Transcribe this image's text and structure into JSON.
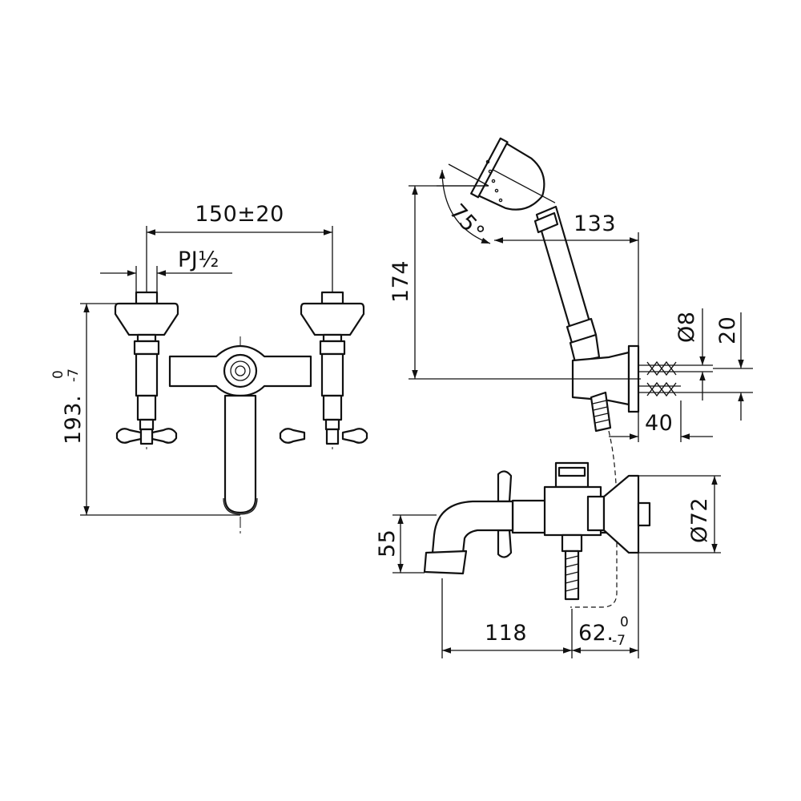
{
  "dimensions": {
    "spacing": "150±20",
    "thread": "PJ½",
    "height_main": "193.",
    "height_main_tol_upper": "0",
    "height_main_tol_lower": "-7",
    "shower_height": "174",
    "spray_angle": "75°",
    "shower_reach": "133",
    "diameter_8": "Ø8",
    "offset_20": "20",
    "bracket_40": "40",
    "flange_diameter": "Ø72",
    "spout_height": "55",
    "spout_reach": "118",
    "wall_offset": "62.",
    "wall_offset_tol_upper": "0",
    "wall_offset_tol_lower": "-7"
  },
  "colors": {
    "line": "#111111",
    "background": "#ffffff"
  }
}
